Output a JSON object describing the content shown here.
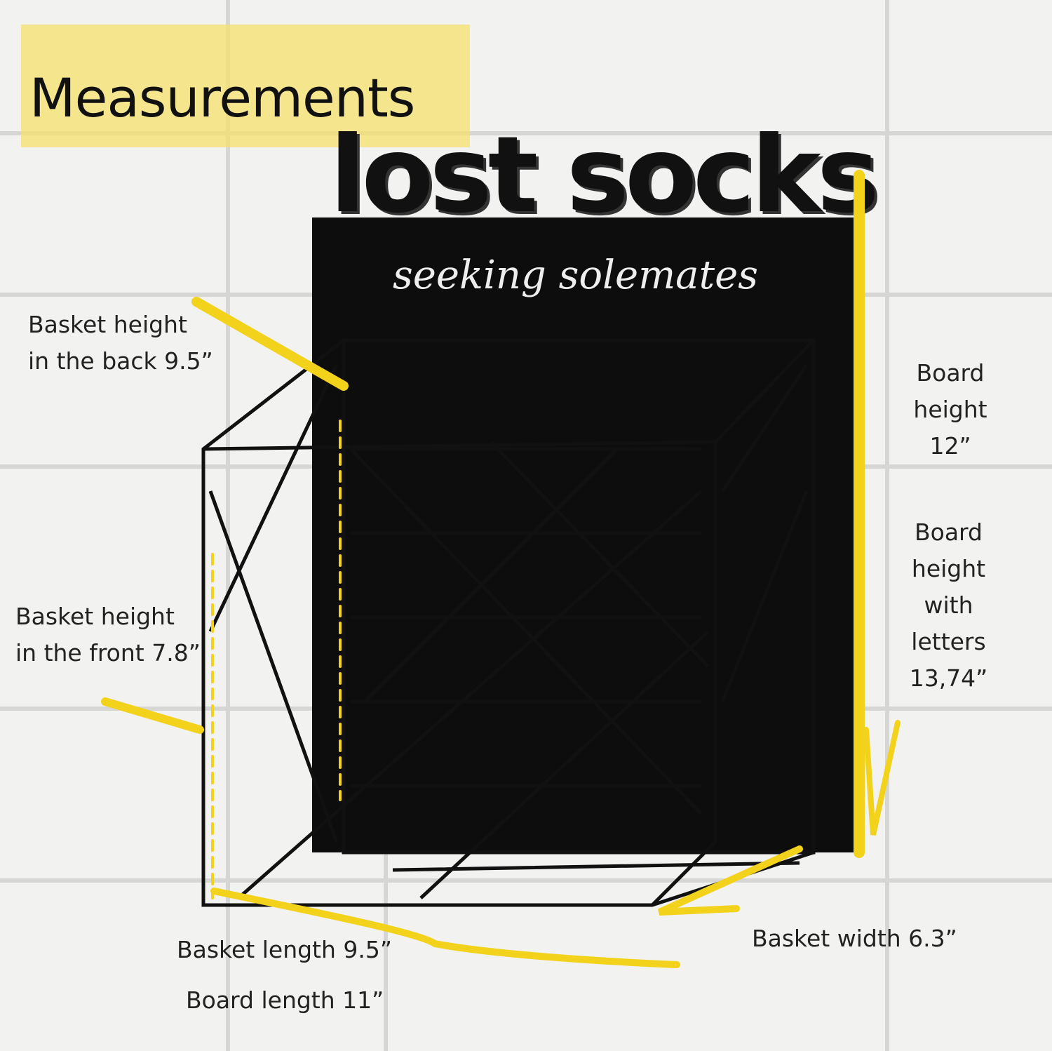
{
  "title": "Measurements",
  "product": {
    "brand_text": "lost socks",
    "tagline": "seeking solemates"
  },
  "labels": {
    "basket_back": [
      "Basket height",
      "in the back 9.5”"
    ],
    "basket_front": [
      "Basket height",
      "in the front 7.8”"
    ],
    "board_height": [
      "Board",
      "height",
      "12”"
    ],
    "board_height_letters": [
      "Board",
      "height",
      "with",
      "letters",
      "13,74”"
    ],
    "basket_length": "Basket length 9.5”",
    "board_length": "Board length 11”",
    "basket_width": "Basket width 6.3”"
  },
  "colors": {
    "highlight": "#f2d21b",
    "board": "#0d0d0d",
    "tile": "#f2f2f0"
  }
}
